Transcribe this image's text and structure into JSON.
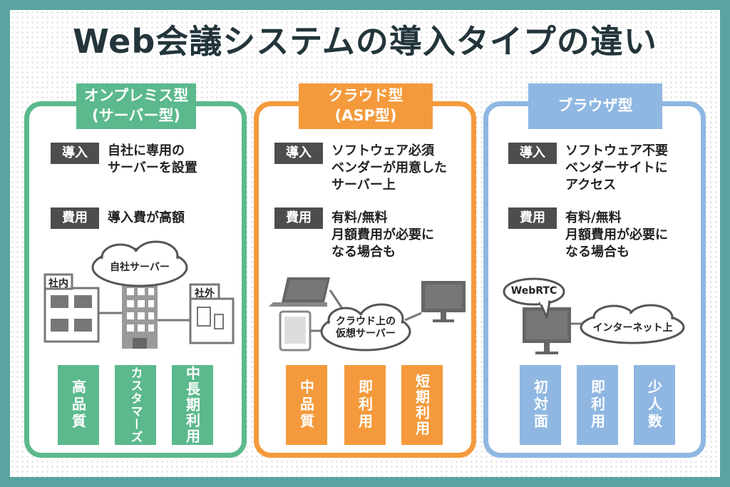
{
  "title": "Web会議システムの導入タイプの違い",
  "labels": {
    "intro": "導入",
    "cost": "費用"
  },
  "columns": [
    {
      "head_line1": "オンプレミス型",
      "head_line2": "(サーバー型)",
      "intro_lines": [
        "自社に専用の",
        "サーバーを設置"
      ],
      "cost_lines": [
        "導入費が高額"
      ],
      "illust": {
        "cloud": "自社サーバー",
        "inside": "社内",
        "outside": "社外"
      },
      "features": [
        "高品質",
        "カスタマーズ",
        "中長期利用"
      ]
    },
    {
      "head_line1": "クラウド型",
      "head_line2": "(ASP型)",
      "intro_lines": [
        "ソフトウェア必須",
        "ベンダーが用意した",
        "サーバー上"
      ],
      "cost_lines": [
        "有料/無料",
        "月額費用が必要に",
        "なる場合も"
      ],
      "illust": {
        "cloud_line1": "クラウド上の",
        "cloud_line2": "仮想サーバー"
      },
      "features": [
        "中品質",
        "即利用",
        "短期利用"
      ]
    },
    {
      "head_line1": "ブラウザ型",
      "head_line2": "",
      "intro_lines": [
        "ソフトウェア不要",
        "ベンダーサイトに",
        "アクセス"
      ],
      "cost_lines": [
        "有料/無料",
        "月額費用が必要に",
        "なる場合も"
      ],
      "illust": {
        "bubble": "WebRTC",
        "cloud": "インターネット上"
      },
      "features": [
        "初対面",
        "即利用",
        "少人数"
      ]
    }
  ],
  "colors": {
    "green": "#5bb98d",
    "orange": "#f49a3c",
    "blue": "#8fb7e2",
    "dark": "#4d4d4d",
    "background": "#5aa3a1"
  }
}
